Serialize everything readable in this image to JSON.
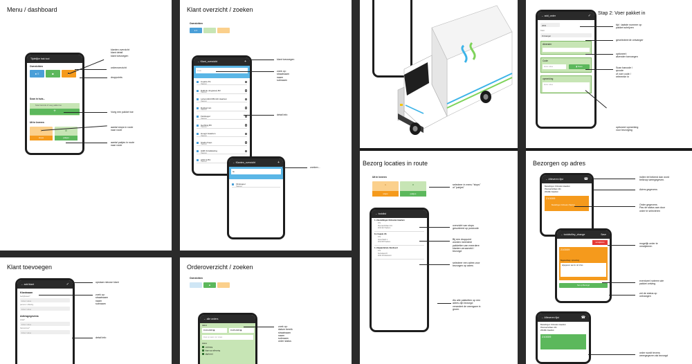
{
  "menu": {
    "title": "Menu / dashboard",
    "appbar": "Tijdelijke bak tool",
    "overzichten": "Overzichten",
    "scan": "Scan in huis...",
    "scan_hint": "Scan barcode of voeg pakket toe",
    "uitleveren": "Uit te leveren",
    "stops_count": "1",
    "stops_label": "stops",
    "pakjes_count": "8",
    "pakjes_label": "pakjes",
    "annotations": {
      "klant": "klanten overzicht\nklant detail\nklant toevoegen",
      "order": "orderoverzicht",
      "drop": "droppoints",
      "voeg": "Voeg een pakket toe",
      "stops": "aantal stops in route\nnaar route",
      "pakjes": "aantal pakjes in route\nnaar route"
    }
  },
  "klant": {
    "title": "Klant overzicht / zoeken",
    "overzichten": "Overzichten",
    "appbar": "Klant_overzicht",
    "search_placeholder": "zoek",
    "rows": [
      {
        "name": "Cupido XS",
        "sub": "Haarlem"
      },
      {
        "name": "DaltLife drogisterij BV",
        "sub": "Haarlem"
      },
      {
        "name": "Lebensbild MM-Gbl Haarlem",
        "sub": "Haarlem"
      },
      {
        "name": "Dekkerman",
        "sub": "Haarlem"
      },
      {
        "name": "Fietskogel",
        "sub": "Haarlem"
      },
      {
        "name": "Gerhling BV",
        "sub": "Haarlem"
      },
      {
        "name": "Hoogvi Haarlem",
        "sub": "Haarlem"
      },
      {
        "name": "Studio Kapo",
        "sub": "Haarlem"
      },
      {
        "name": "H&B Ontwikkeling",
        "sub": "Haarlem"
      },
      {
        "name": "AKD bt BV",
        "sub": "Haarlem"
      }
    ],
    "popup_appbar": "Klanten_overzicht",
    "popup_search": "flo",
    "popup_result": "Flinksopel",
    "popup_result_sub": "Haarlem",
    "annotations": {
      "toevoegen": "klant toevoegen",
      "zoek": "zoek op:\nstraatnaam\nnaam\nsubnaam",
      "detail": "detail info",
      "zoeken": "zoeken..."
    }
  },
  "stap": {
    "title": "Stap 2: Voer pakket in",
    "appbar": "add_order",
    "field1": "2001",
    "lbl_klant": "Klant",
    "ontvanger": "Ontvanger",
    "afzender_lbl": "Afzender",
    "code_lbl": "Code",
    "code_placeholder": "Enter value",
    "scan_btn": "Scan",
    "opmerking_lbl": "opmerking",
    "opmerking_placeholder": "Enter value",
    "annotations": {
      "a1": "tijd : laatste nummer op\npakket schrijven",
      "a2": "geselecteerde ontvanger",
      "a3": "optioneel:\nafzender toevoegen",
      "a4": "Scan barcode /\nqrcode\nof voer code /\nreferentie in",
      "a5": "optioneel opmerking\nvoor bezorging"
    }
  },
  "bezorg": {
    "title": "Bezorg locaties in route",
    "uitleveren": "Uit te leveren",
    "stops_count": "1",
    "stops_label": "stops",
    "pakjes_count": "8",
    "pakjes_label": "pakjes",
    "appbar": "todolist",
    "items": [
      {
        "head": "1 x  Bestellingen Onbreden Haarlem",
        "l1": "KT1",
        "l2": "Plesmanhoflaan 101",
        "l3": "2012 EU Haarlem"
      },
      {
        "head": "8 x  Cupido XS",
        "l1": "KT1",
        "l2": "Grote Markt 1",
        "l3": "2011 RD Haarlem"
      },
      {
        "head": "1 x  Bejaardehuis Zandvoort",
        "l1": "KT1",
        "l2": "Kerkstraat 23",
        "l3": "2042 JR Zandvoort"
      }
    ],
    "annotations": {
      "a1": "selecteer in menu \"stops\"\nof \"pakjes\"",
      "a2": "overzicht van stops\ngesorteerd op postcode",
      "a3": "Bij een droppoint\nworden meerdere\npakketten van meerdere\nklanten verzameld /\nbezorgd",
      "a4": "selecteer een adres voor\nbezorgen op adres",
      "a5": "Als alle pakketten op een\nadres zijn bezorgd\nverandert de weergave in\ngroen."
    }
  },
  "adres": {
    "title": "Bezorgen op adres",
    "appbar1": "Afleveren lijst",
    "addr_name": "Bestellingen Onbreden Haarlem",
    "addr_street": "Plesmanhoflaan 101",
    "addr_city": "2012EU Haarlem",
    "order_no": "210009",
    "order_sub": "Bestellingen Onbreden Haarlem",
    "appbar2": "todolist/ley_change",
    "appbar2_right": "Save",
    "verwijderen": "verwijderen",
    "order_no2": "210009",
    "opmerking_lbl": "Begeleidinag / opmerking",
    "opmerking_val": "afgegeven aan E. de Vries",
    "bezorgd_btn": "Set op Bezorgd",
    "appbar3": "Afleveren lijst",
    "order_no3": "210009",
    "annotations": {
      "a1": "indien tel bekend dan word\nbelknop weergegeven.",
      "a2": "Adres gegevens",
      "a3": "Order gegevens\nPas de status aan door\norder te selecteren",
      "a4": "mogelijk order te\nverwijderen",
      "a5": "eventueel noteren wie\npakket ontving",
      "a6": "zet de status op\nontvangen",
      "a7": "order wordt tevens\nweergegeven als bezorgd"
    }
  },
  "toevoegen": {
    "title": "Klant toevoegen",
    "appbar": "add klant",
    "klantnaam": "Klantnaam",
    "bedrijfsnaam": "bedrijfsnaam*",
    "bedrijf_ph": "Enter value",
    "persoon": "persoon / Afdeling",
    "persoon_ph": "Enter value",
    "adres": "Adresgegevens",
    "straat": "straat*",
    "straat_ph": "Enter value",
    "huisnummer": "huisnummer*",
    "huis_ph": "Enter value",
    "annotations": {
      "a1": "opslaan nieuwe klant",
      "a2": "zoek op:\nstraatnaam\nnaam\nsubnaam",
      "a3": "detail info"
    }
  },
  "orders": {
    "title": "Orderoverzicht / zoeken",
    "overzichten": "Overzichten",
    "appbar": "alle orders",
    "date_lbl": "datum",
    "date_from": "19-04-2023",
    "date_to": "19-05-2023",
    "search_ph": "Zoek op naam / pl / straat",
    "status_lbl": "status",
    "statuses": [
      "onderweg",
      "klaar voor aflevering",
      "afgeleverd"
    ],
    "annotations": {
      "a1": "zoek op:\ndatum bereik\nstraatnaam\nnaam\nsubnaam\norder status"
    }
  },
  "colors": {
    "blue": "#4a9fd8",
    "green": "#5cb85c",
    "orange": "#f59a1c",
    "lightorange": "#fbd08c",
    "lightgreen": "#c7e5b5"
  }
}
